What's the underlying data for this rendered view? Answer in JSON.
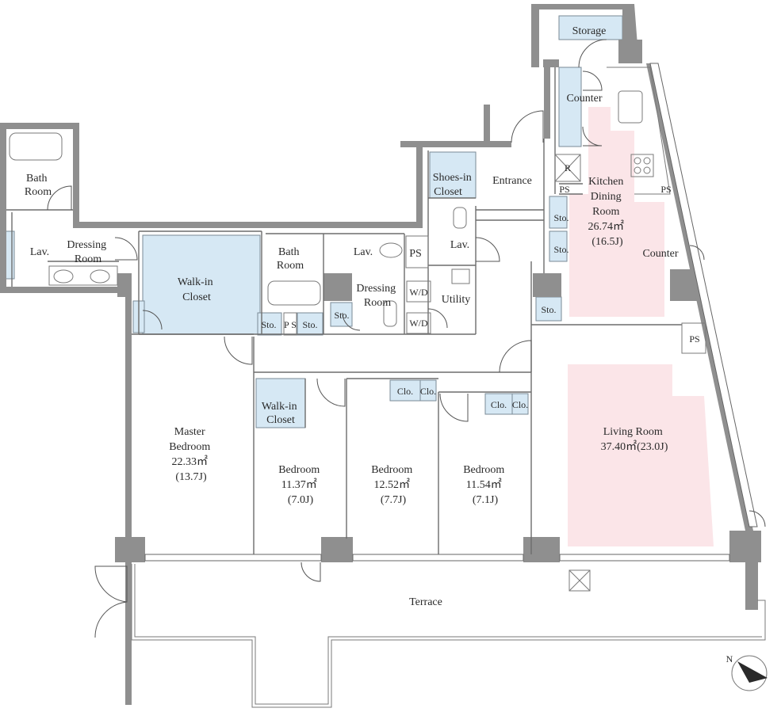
{
  "rooms": {
    "storage": "Storage",
    "counter_top": "Counter",
    "counter_right": "Counter",
    "fridge": "R",
    "ps_kitchen": "PS",
    "ps_kitchen_right": "PS",
    "ps_living": "PS",
    "ps_lav": "PS",
    "ps_small": "P\nS",
    "kitchen": [
      "Kitchen",
      "Dining",
      "Room",
      "26.74㎡",
      "(16.5J)"
    ],
    "entrance": "Entrance",
    "shoes_in_closet": [
      "Shoes-in",
      "Closet"
    ],
    "lav_entrance": "Lav.",
    "bath_room_left": [
      "Bath",
      "Room"
    ],
    "lav_left": "Lav.",
    "dressing_room_left": [
      "Dressing",
      "Room"
    ],
    "walk_in_closet_master": [
      "Walk-in",
      "Closet"
    ],
    "bath_room_center": [
      "Bath",
      "Room"
    ],
    "lav_center": "Lav.",
    "dressing_room_center": [
      "Dressing",
      "Room"
    ],
    "utility": "Utility",
    "wd_upper": "W/D",
    "wd_lower": "W/D",
    "sto_1": "Sto.",
    "sto_2": "Sto.",
    "sto_3": "Sto.",
    "sto_4": "Sto.",
    "sto_5": "Sto.",
    "sto_6": "Sto.",
    "master_bedroom": [
      "Master",
      "Bedroom",
      "22.33㎡",
      "(13.7J)"
    ],
    "walk_in_closet_bed": [
      "Walk-in",
      "Closet"
    ],
    "bedroom_1": [
      "Bedroom",
      "11.37㎡",
      "(7.0J)"
    ],
    "bedroom_2": [
      "Bedroom",
      "12.52㎡",
      "(7.7J)"
    ],
    "bedroom_3": [
      "Bedroom",
      "11.54㎡",
      "(7.1J)"
    ],
    "clo_1": "Clo.",
    "clo_2": "Clo.",
    "clo_3": "Clo.",
    "clo_4": "Clo.",
    "living_room": [
      "Living Room",
      "37.40㎡(23.0J)"
    ],
    "terrace": "Terrace"
  },
  "compass": "N"
}
